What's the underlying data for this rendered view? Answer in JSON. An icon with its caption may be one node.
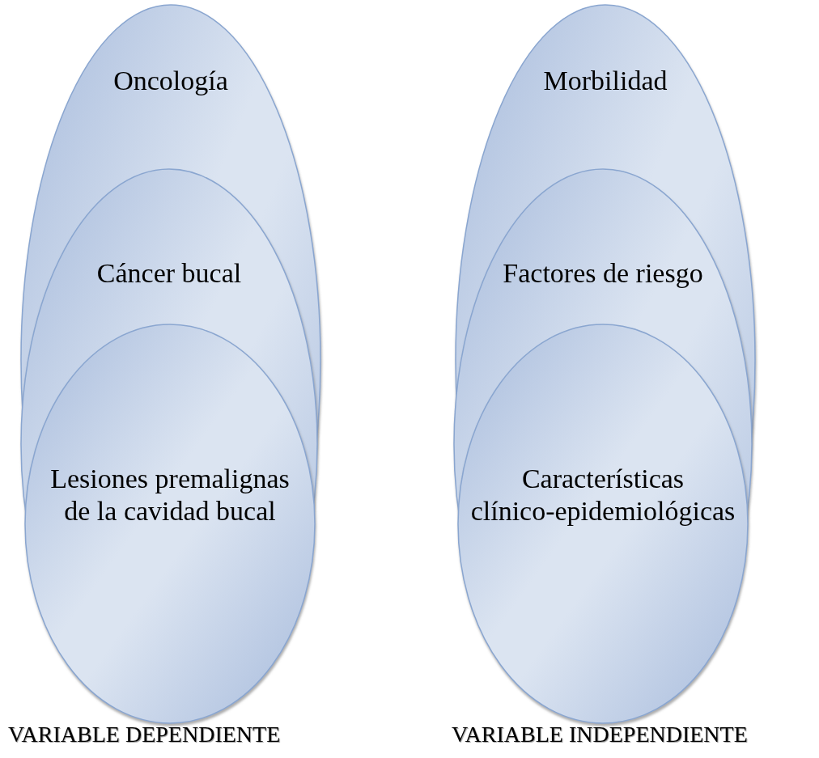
{
  "diagram": {
    "nodes": [
      {
        "text": [
          "Oncología"
        ]
      },
      {
        "text": [
          "Cáncer bucal"
        ],
        "in": 0
      },
      {
        "text": [
          "Lesiones premalignas de la cavidad bucal"
        ],
        "in": 1
      },
      {
        "text": [
          "Morbilidad"
        ]
      },
      {
        "text": [
          "Factores de riesgo"
        ],
        "in": 3
      },
      {
        "text": [
          "Características clínico-epidemiológicas"
        ],
        "in": 4
      }
    ],
    "edges": [],
    "labels": [
      "VARIABLE DEPENDIENTE",
      "VARIABLE INDEPENDIENTE"
    ]
  }
}
